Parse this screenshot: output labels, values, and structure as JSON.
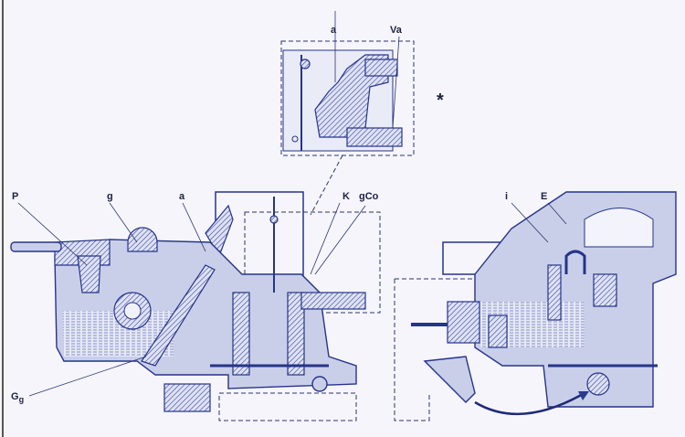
{
  "diagram": {
    "detail_labels": {
      "a": "a",
      "va": "Va",
      "star": "*"
    },
    "left_labels": {
      "p": "P",
      "g": "g",
      "a": "a",
      "k": "K",
      "gco": "gCo",
      "gg_main": "G",
      "gg_sub": "g"
    },
    "right_labels": {
      "i": "i",
      "e": "E"
    },
    "colors": {
      "ink": "#26348a",
      "paper": "#f6f5fc"
    }
  }
}
